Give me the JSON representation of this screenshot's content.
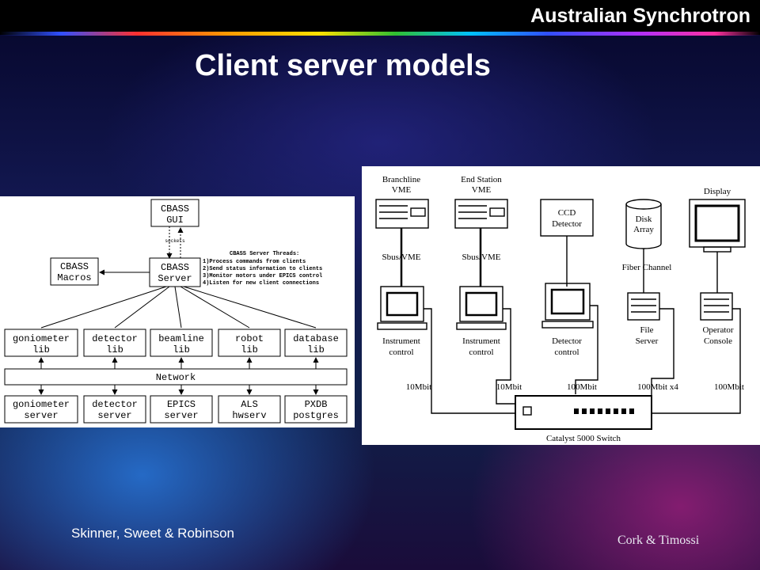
{
  "header": {
    "brand": "Australian Synchrotron"
  },
  "slide": {
    "title": "Client server models"
  },
  "cbass_diagram": {
    "gui": [
      "CBASS",
      "GUI"
    ],
    "sockets": "sockets",
    "server": [
      "CBASS",
      "Server"
    ],
    "macros": [
      "CBASS",
      "Macros"
    ],
    "threads_title": "CBASS Server Threads:",
    "threads": [
      "1)Process commands from clients",
      "2)Send status information to clients",
      "3)Monitor motors under EPICS control",
      "4)Listen for new client connections"
    ],
    "libs": [
      [
        "goniometer",
        "lib"
      ],
      [
        "detector",
        "lib"
      ],
      [
        "beamline",
        "lib"
      ],
      [
        "robot",
        "lib"
      ],
      [
        "database",
        "lib"
      ]
    ],
    "network": "Network",
    "servers": [
      [
        "goniometer",
        "server"
      ],
      [
        "detector",
        "server"
      ],
      [
        "EPICS",
        "server"
      ],
      [
        "ALS",
        "hwserv"
      ],
      [
        "PXDB",
        "postgres"
      ]
    ]
  },
  "network_diagram": {
    "vme1": [
      "Branchline",
      "VME"
    ],
    "vme2": [
      "End Station",
      "VME"
    ],
    "ccd": [
      "CCD",
      "Detector"
    ],
    "disk": [
      "Disk",
      "Array"
    ],
    "display": "Display",
    "sbus1": "Sbus/VME",
    "sbus2": "Sbus/VME",
    "fiber": "Fiber Channel",
    "ws1": [
      "Instrument",
      "control"
    ],
    "ws2": [
      "Instrument",
      "control"
    ],
    "ws3": [
      "Detector",
      "control"
    ],
    "file_server": [
      "File",
      "Server"
    ],
    "operator": [
      "Operator",
      "Console"
    ],
    "links": [
      "10Mbit",
      "10Mbit",
      "100Mbit",
      "100Mbit x4",
      "100Mbit"
    ],
    "switch": "Catalyst 5000 Switch"
  },
  "credits": {
    "left": "Skinner, Sweet & Robinson",
    "right": "Cork & Timossi"
  }
}
